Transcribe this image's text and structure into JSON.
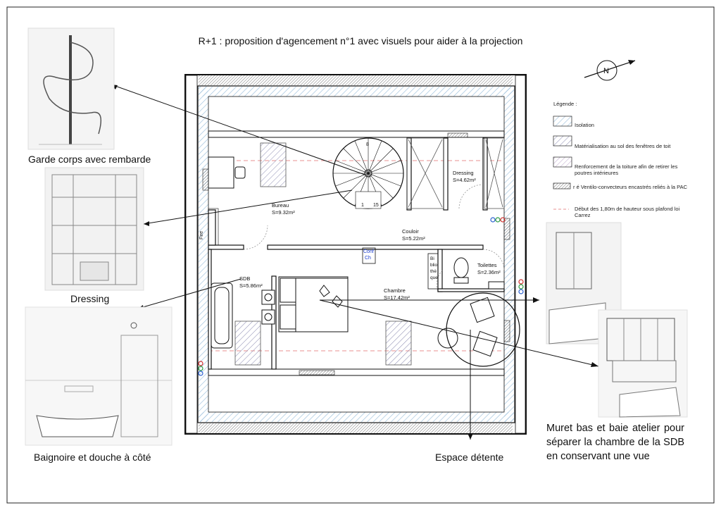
{
  "title": "R+1 : proposition d'agencement n°1 avec visuels pour aider à la projection",
  "captions": {
    "garde_corps": "Garde corps avec rembarde",
    "dressing": "Dressing",
    "baignoire": "Baignoire et douche à côté",
    "espace_detente": "Espace détente",
    "muret": "Muret bas et baie atelier pour séparer la chambre de la SDB en conservant une vue"
  },
  "compass": {
    "label": "N"
  },
  "legend": {
    "title": "Légende :",
    "isolation": "Isolation",
    "fenetres": "Matérialisation au sol des fenêtres de toit",
    "renforcement": "Renforcement de la toiture afin de retirer les poutres intérieures",
    "ventilo": "r é Ventilo-convecteurs encastrés reliés à la PAC",
    "hauteur": "Début des 1,80m de hauteur sous plafond loi Carrez"
  },
  "rooms": {
    "bureau": {
      "name": "Bureau",
      "area": "S=9.32m²"
    },
    "dressing": {
      "name": "Dressing",
      "area": "S=4.62m²"
    },
    "couloir": {
      "name": "Couloir",
      "area": "S=5.22m²"
    },
    "toilettes": {
      "name": "Toilettes",
      "area": "S=2.36m²"
    },
    "sdb": {
      "name": "SDB",
      "area": "S=5.86m²"
    },
    "chambre": {
      "name": "Chambre",
      "area": "S=17.42m²"
    }
  },
  "labels": {
    "fire": "Fire",
    "conf1": "Conf",
    "conf2": "Ch",
    "biblio1": "Bi",
    "biblio2": "blio",
    "biblio3": "thè",
    "biblio4": "que",
    "stair_top": "8",
    "stair_1": "1",
    "stair_15": "15"
  },
  "colors": {
    "isolation_hatch": "#9cc0dc",
    "window_hatch": "#8a8ab0",
    "roof_hatch": "#b8a0c8",
    "dashed_line": "#e89090",
    "conf_text": "#1a3cd0"
  }
}
